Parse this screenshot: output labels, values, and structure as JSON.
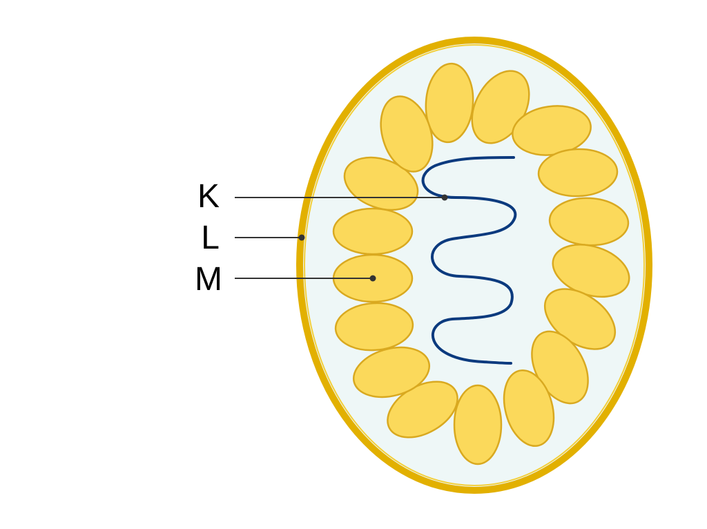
{
  "labels": {
    "k": "K",
    "l": "L",
    "m": "M"
  },
  "colors": {
    "wall": "#e2b000",
    "interior": "#eef7f7",
    "granule_fill": "#fbd95b",
    "granule_stroke": "#d9a920",
    "strand": "#0b3a7e",
    "leader": "#333333"
  }
}
